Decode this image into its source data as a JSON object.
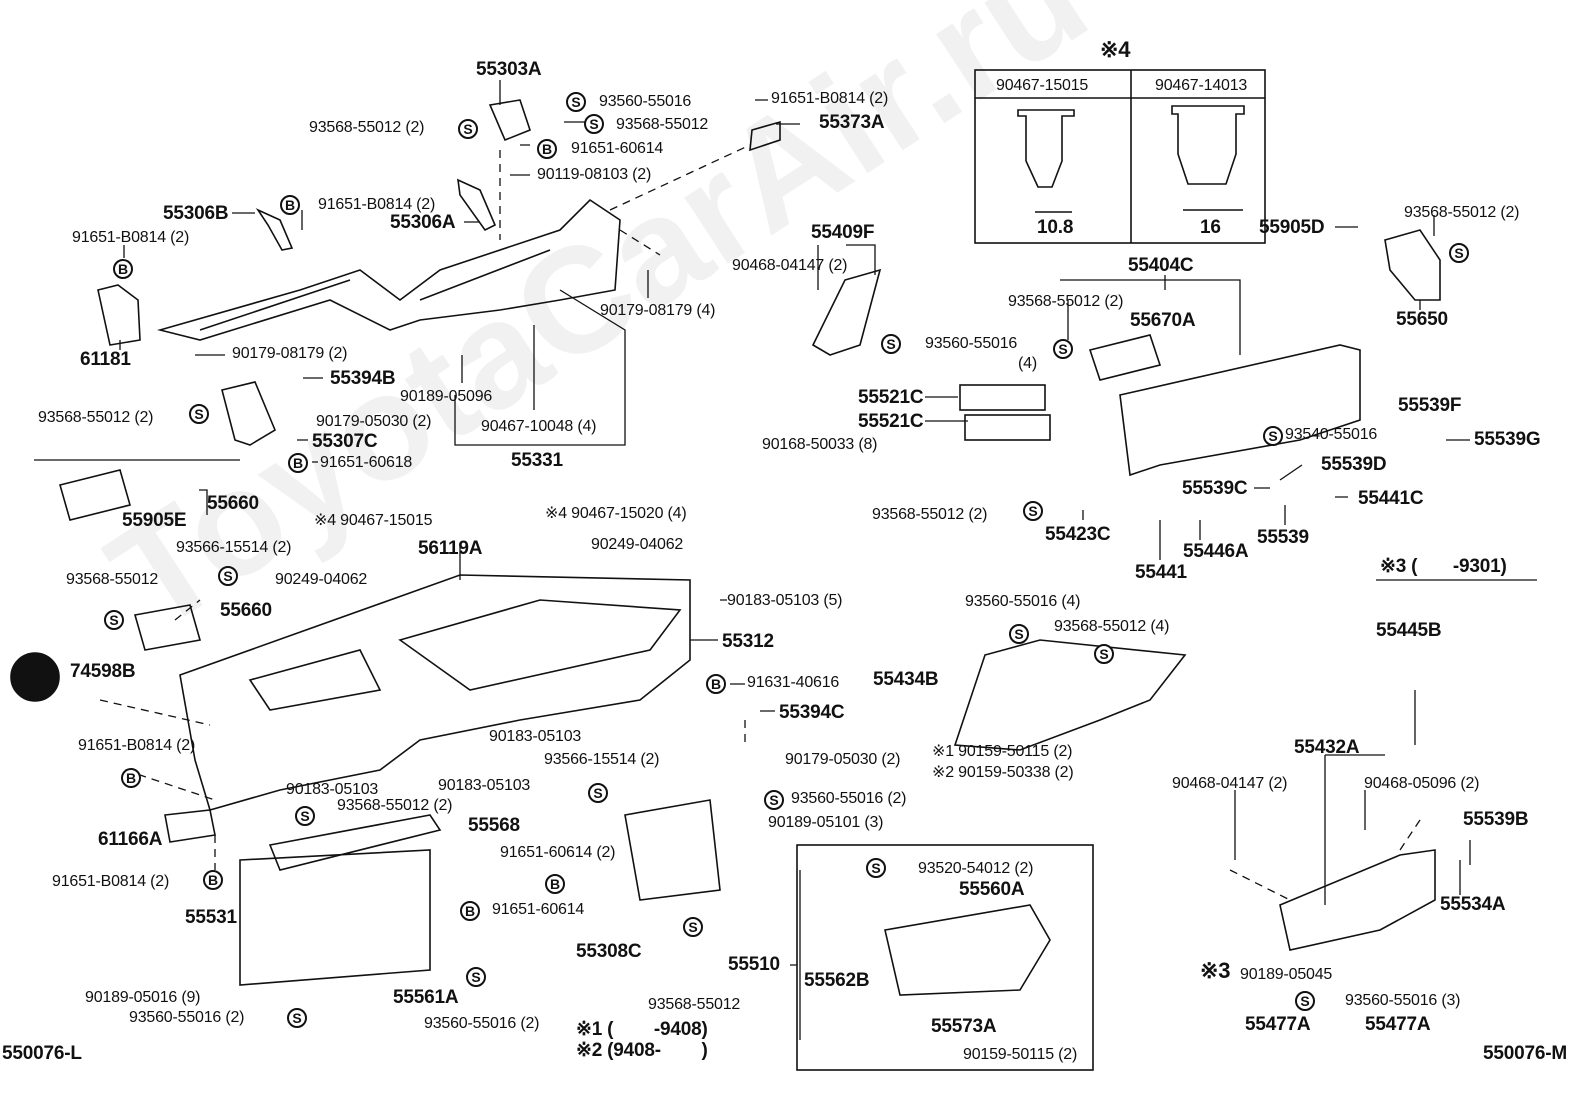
{
  "watermark": "ToyotaCarAir.ru",
  "symbols": {
    "s": "S",
    "b": "B"
  },
  "labels": [
    "55303A",
    "93560-55016",
    "93568-55012 (2)",
    "93568-55012",
    "91651-60614",
    "91651-B0814 (2)",
    "55373A",
    "90119-08103 (2)",
    "55306B",
    "91651-B0814 (2)",
    "55306A",
    "91651-B0814 (2)",
    "90179-08179 (4)",
    "61181",
    "90179-08179 (2)",
    "55394B",
    "90189-05096",
    "93568-55012 (2)",
    "90179-05030 (2)",
    "90467-10048 (4)",
    "55307C",
    "91651-60618",
    "55331",
    "※4",
    "90467-15015",
    "90467-14013",
    "10.8",
    "16",
    "55409F",
    "90468-04147 (2)",
    "93560-55016",
    "(4)",
    "55404C",
    "93568-55012 (2)",
    "55670A",
    "93568-55012 (2)",
    "55905D",
    "55650",
    "55521C",
    "55521C",
    "90168-50033 (8)",
    "93540-55016",
    "55539F",
    "55539G",
    "55539D",
    "55539C",
    "55441C",
    "93568-55012 (2)",
    "55423C",
    "55539",
    "55446A",
    "55441",
    "※3 (       -9301)",
    "55660",
    "55905E",
    "※4 90467-15015",
    "※4 90467-15020 (4)",
    "93566-15514 (2)",
    "90249-04062",
    "56119A",
    "90249-04062",
    "93568-55012",
    "55660",
    "90183-05103 (5)",
    "55312",
    "74598B",
    "91631-40616",
    "55394C",
    "91651-B0814 (2)",
    "90183-05103",
    "93566-15514 (2)",
    "90179-05030 (2)",
    "90183-05103",
    "90183-05103",
    "93568-55012 (2)",
    "93560-55016 (2)",
    "90189-05101 (3)",
    "55568",
    "61166A",
    "91651-60614 (2)",
    "91651-B0814 (2)",
    "55531",
    "91651-60614",
    "55308C",
    "90189-05016 (9)",
    "55561A",
    "93560-55016 (2)",
    "93560-55016 (2)",
    "93568-55012",
    "※1 (        -9408)",
    "※2 (9408-        )",
    "550076-L",
    "550076-M",
    "55510",
    "93520-54012 (2)",
    "55560A",
    "55562B",
    "55573A",
    "90159-50115 (2)",
    "93560-55016 (4)",
    "93568-55012 (4)",
    "55434B",
    "※1 90159-50115 (2)",
    "※2 90159-50338 (2)",
    "55445B",
    "55432A",
    "90468-04147 (2)",
    "90468-05096 (2)",
    "55539B",
    "55534A",
    "※3",
    "90189-05045",
    "93560-55016 (3)",
    "55477A",
    "55477A"
  ]
}
